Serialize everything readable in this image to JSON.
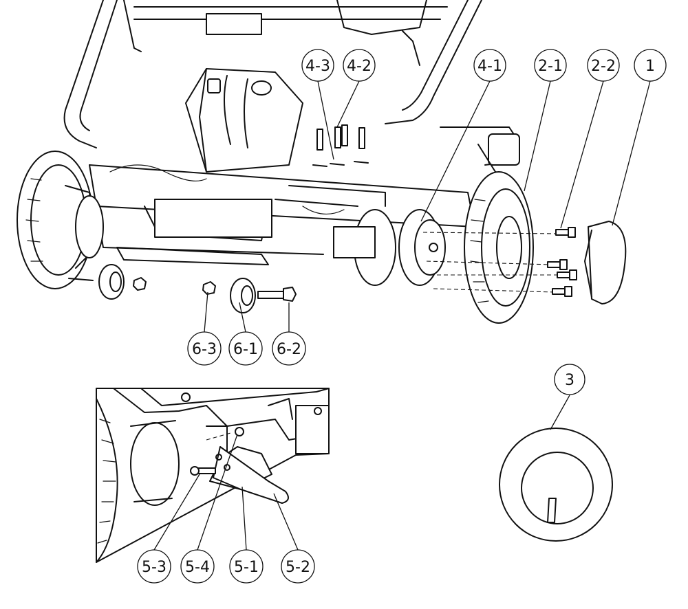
{
  "callouts": {
    "c4_3": "4-3",
    "c4_2": "4-2",
    "c4_1": "4-1",
    "c2_1": "2-1",
    "c2_2": "2-2",
    "c1": "1",
    "c6_3": "6-3",
    "c6_1": "6-1",
    "c6_2": "6-2",
    "c3": "3",
    "c5_3": "5-3",
    "c5_4": "5-4",
    "c5_1": "5-1",
    "c5_2": "5-2"
  },
  "colors": {
    "line": "#111111",
    "background": "#ffffff"
  }
}
